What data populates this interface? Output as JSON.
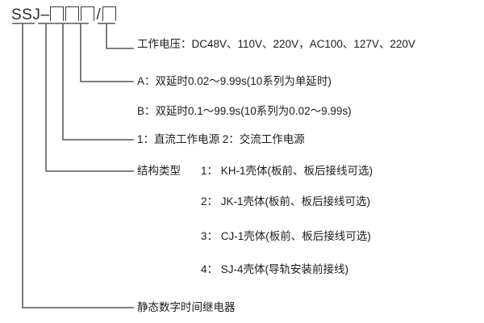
{
  "diagram": {
    "title_code": {
      "prefix": "SSJ",
      "dash": "–",
      "slash": "/",
      "box_count_left": 3,
      "box_count_right": 1
    },
    "annotations": [
      {
        "id": "working-voltage",
        "text": "工作电压：DC48V、110V、220V，AC100、127V、220V"
      },
      {
        "id": "delay-a",
        "text": "A：双延时0.02～9.99s(10系列为单延时)"
      },
      {
        "id": "delay-b",
        "text": "B：双延时0.1～99.9s(10系列为0.02～9.99s)"
      },
      {
        "id": "power-source",
        "text": "1：直流工作电源 2：交流工作电源"
      },
      {
        "id": "structure-type",
        "text": "结构类型"
      },
      {
        "id": "structure-1",
        "text": "1： KH-1壳体(板前、板后接线可选)"
      },
      {
        "id": "structure-2",
        "text": "2： JK-1壳体(板前、板后接线可选)"
      },
      {
        "id": "structure-3",
        "text": "3： CJ-1壳体(板前、板后接线可选)"
      },
      {
        "id": "structure-4",
        "text": "4： SJ-4壳体(导轨安装前接线)"
      },
      {
        "id": "product-name",
        "text": "静态数字时间继电器"
      }
    ],
    "colors": {
      "leader_line": "#6e6e70",
      "text": "#1c1c1c",
      "box_border": "#3a3a3c",
      "background": "#ffffff"
    }
  }
}
